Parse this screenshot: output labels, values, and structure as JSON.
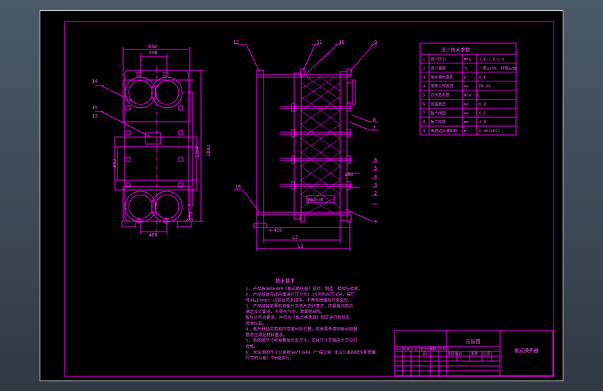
{
  "front_view": {
    "dims": {
      "overall_width": "650",
      "port_spacing": "298",
      "height_total": "1802",
      "height_inner": "1294",
      "side": "852",
      "bottom_offset": "275",
      "base_width": "460"
    },
    "tags": {
      "left_top": "14",
      "left_mid": "15",
      "left_mid2": "13"
    }
  },
  "side_view": {
    "balloons": {
      "top_left": "12",
      "top_mid": "11",
      "top_mid2": "10",
      "top_right": "9",
      "right_1": "8",
      "right_2": "7",
      "right_3": "6",
      "right_4": "5",
      "right_5": "4",
      "right_6": "3",
      "right_7": "2",
      "right_8": "1",
      "left_bottom": "16"
    },
    "dims": {
      "l2": "L2",
      "l1": "L1",
      "hole": "4-Φ28",
      "nozzle_off": "160",
      "plate_label": "N52×5Φ"
    }
  },
  "param_table": {
    "title": "设计技术参数",
    "rows": [
      {
        "n": "1",
        "name": "设计压力",
        "unit": "MPa",
        "value": "1.6/1.0/2.0"
      },
      {
        "n": "2",
        "name": "设计温度",
        "unit": "℃",
        "value": "一般≤150, 特殊≤280"
      },
      {
        "n": "3",
        "name": "单板换热面积",
        "unit": "m²",
        "value": "0.6"
      },
      {
        "n": "4",
        "name": "接管公称直径",
        "unit": "mm",
        "value": "DN 80"
      },
      {
        "n": "5",
        "name": "总传热系数",
        "unit": "W/m²·℃",
        "value": ""
      },
      {
        "n": "6",
        "name": "当量直径",
        "unit": "mm",
        "value": "0.8"
      },
      {
        "n": "7",
        "name": "板片间距",
        "unit": "mm",
        "value": "0.5"
      },
      {
        "n": "8",
        "name": "板片厚度",
        "unit": "mm",
        "value": "4.0"
      },
      {
        "n": "9",
        "name": "单通道流通面积",
        "unit": "m²",
        "value": "0.0014022"
      }
    ]
  },
  "tech_req": {
    "title": "技术要求",
    "lines": [
      "1. 产品按GB16409《板式换热器》设计、制造、检验与验收。",
      "2. 产品组装完成后需进行压力为1.25倍的水压试验，保压",
      "   时间≥15min，试验后将水排净，不得有泄漏及异常变形。",
      "3. 产品组装前需检查板片及垫片完好情况，压紧板间距应",
      "   满足设计要求，不得有气泡、泄漏等缺陷。",
      "   板片应符合要求，并符合《板式换热器》规定进行检验及",
      "   验收标准。",
      "4. 板片材料可用相应厚度材料代替，其他零件用同类材料替",
      "   换时应满足材料要求。",
      "5. 按图纸尺寸检查整体外形尺寸，安装尺寸正确后方可运行",
      "   合格。",
      "6. 未注明的尺寸公差按GB/T1804《一般公差  未注公差的线性和角度",
      "   尺寸的公差》中m级执行。"
    ]
  },
  "title_block": {
    "view_label": "总装图",
    "drawing_name": "板式换热器",
    "row_labels": [
      "标记",
      "处数",
      "分区",
      "更改文件号",
      "签名",
      "年月日"
    ],
    "stage_labels": [
      "阶段标记",
      "重量",
      "比例"
    ],
    "designer": "设计"
  }
}
